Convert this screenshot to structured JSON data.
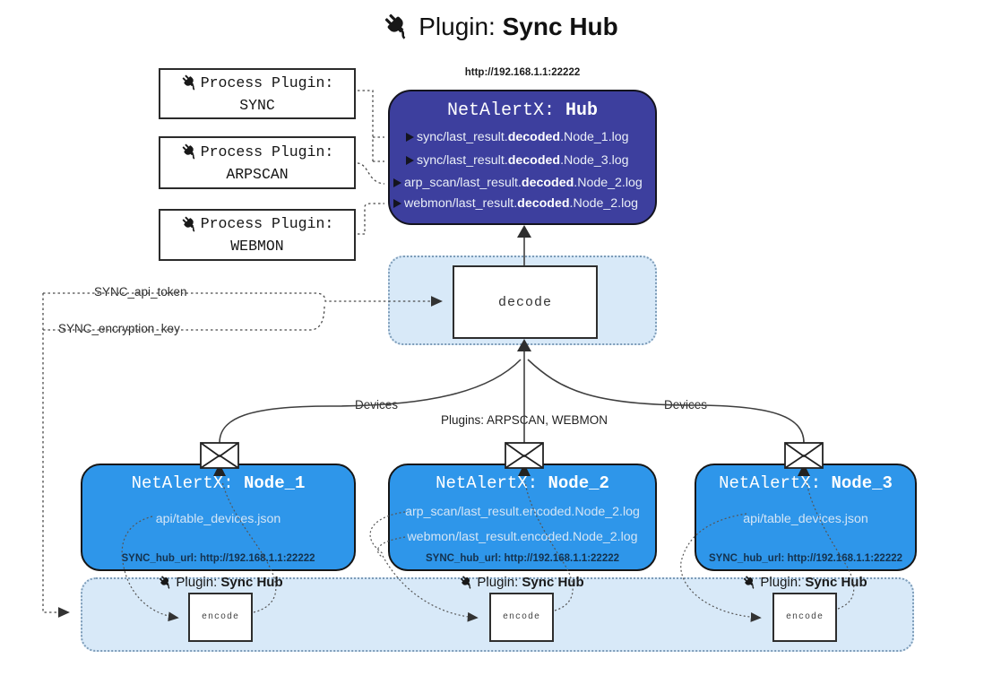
{
  "title": {
    "prefix": "Plugin: ",
    "name": "Sync Hub"
  },
  "process_plugins": [
    {
      "label": "Process Plugin:",
      "name": "SYNC"
    },
    {
      "label": "Process Plugin:",
      "name": "ARPSCAN"
    },
    {
      "label": "Process Plugin:",
      "name": "WEBMON"
    }
  ],
  "hub": {
    "url": "http://192.168.1.1:22222",
    "title_prefix": "NetAlertX: ",
    "title_name": "Hub",
    "log_lines": [
      {
        "pre": "sync/last_result.",
        "bold": "decoded",
        "post": ".Node_1.log"
      },
      {
        "pre": "sync/last_result.",
        "bold": "decoded",
        "post": ".Node_3.log"
      },
      {
        "pre": "arp_scan/last_result.",
        "bold": "decoded",
        "post": ".Node_2.log"
      },
      {
        "pre": "webmon/last_result.",
        "bold": "decoded",
        "post": ".Node_2.log"
      }
    ]
  },
  "decode": {
    "label": "decode"
  },
  "secrets": {
    "api_token": "SYNC_api_token",
    "encryption_key": "SYNC_encryption_key"
  },
  "edges": {
    "devices_left": "Devices",
    "plugins_mid": "Plugins: ARPSCAN, WEBMON",
    "devices_right": "Devices"
  },
  "nodes": [
    {
      "title_prefix": "NetAlertX: ",
      "title_name": "Node_1",
      "files": [
        "api/table_devices.json"
      ],
      "hub_url": "SYNC_hub_url: http://192.168.1.1:22222"
    },
    {
      "title_prefix": "NetAlertX: ",
      "title_name": "Node_2",
      "files": [
        "arp_scan/last_result.encoded.Node_2.log",
        "webmon/last_result.encoded.Node_2.log"
      ],
      "hub_url": "SYNC_hub_url: http://192.168.1.1:22222"
    },
    {
      "title_prefix": "NetAlertX: ",
      "title_name": "Node_3",
      "files": [
        "api/table_devices.json"
      ],
      "hub_url": "SYNC_hub_url: http://192.168.1.1:22222"
    }
  ],
  "encoders": [
    {
      "label_prefix": "Plugin: ",
      "label_name": "Sync Hub",
      "box_label": "encode"
    },
    {
      "label_prefix": "Plugin: ",
      "label_name": "Sync Hub",
      "box_label": "encode"
    },
    {
      "label_prefix": "Plugin: ",
      "label_name": "Sync Hub",
      "box_label": "encode"
    }
  ],
  "icons": {
    "plug": "plug-icon",
    "envelope": "envelope-icon",
    "arrow": "arrowhead-icon"
  },
  "colors": {
    "hub_fill": "#3d3f9e",
    "node_fill": "#2e96ea",
    "panel_fill": "#d8e9f8",
    "panel_border": "#7d9cb8",
    "node_text": "#d3e5f6",
    "hub_text": "#e9eef7",
    "ink": "#1a1a1a"
  }
}
